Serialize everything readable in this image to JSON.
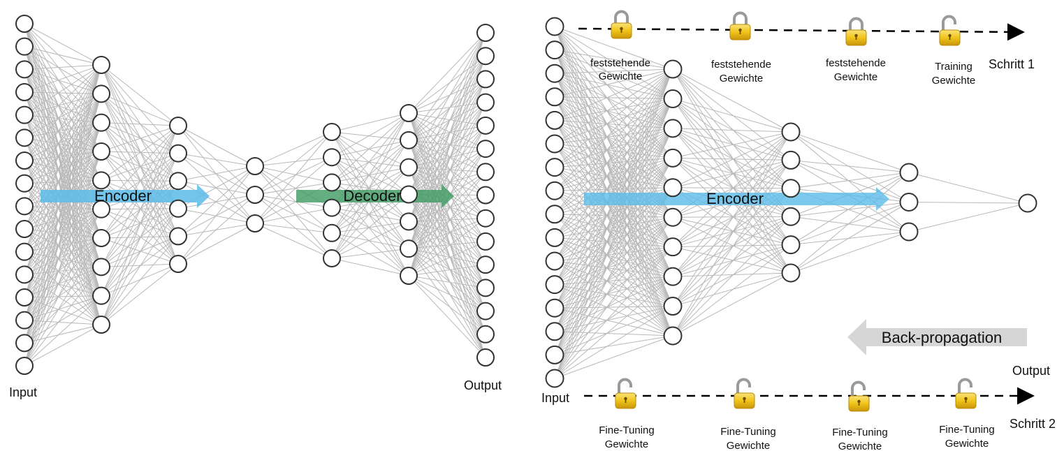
{
  "autoencoder": {
    "input_label": "Input",
    "output_label": "Output",
    "encoder_label": "Encoder",
    "decoder_label": "Decoder",
    "layer_sizes": [
      16,
      10,
      6,
      3,
      6,
      7,
      15
    ]
  },
  "pretraining": {
    "input_label": "Input",
    "output_label": "Output",
    "encoder_label": "Encoder",
    "backprop_label": "Back-propagation",
    "layer_sizes": [
      16,
      10,
      6,
      3,
      1
    ],
    "step1": {
      "label": "Schritt 1",
      "locks": [
        {
          "state": "locked",
          "line1": "feststehende",
          "line2": "Gewichte"
        },
        {
          "state": "locked",
          "line1": "feststehende",
          "line2": "Gewichte"
        },
        {
          "state": "locked",
          "line1": "feststehende",
          "line2": "Gewichte"
        },
        {
          "state": "unlocked",
          "line1": "Training",
          "line2": "Gewichte"
        }
      ]
    },
    "step2": {
      "label": "Schritt 2",
      "locks": [
        {
          "state": "unlocked",
          "line1": "Fine-Tuning",
          "line2": "Gewichte"
        },
        {
          "state": "unlocked",
          "line1": "Fine-Tuning",
          "line2": "Gewichte"
        },
        {
          "state": "unlocked",
          "line1": "Fine-Tuning",
          "line2": "Gewichte"
        },
        {
          "state": "unlocked",
          "line1": "Fine-Tuning",
          "line2": "Gewichte"
        }
      ]
    }
  },
  "colors": {
    "encoder_arrow": "#5bbbe8",
    "decoder_arrow": "#3d9a62",
    "backprop_arrow": "#d6d6d6",
    "lock_gold": "#f0c419",
    "lock_shackle": "#9a9a9a"
  }
}
